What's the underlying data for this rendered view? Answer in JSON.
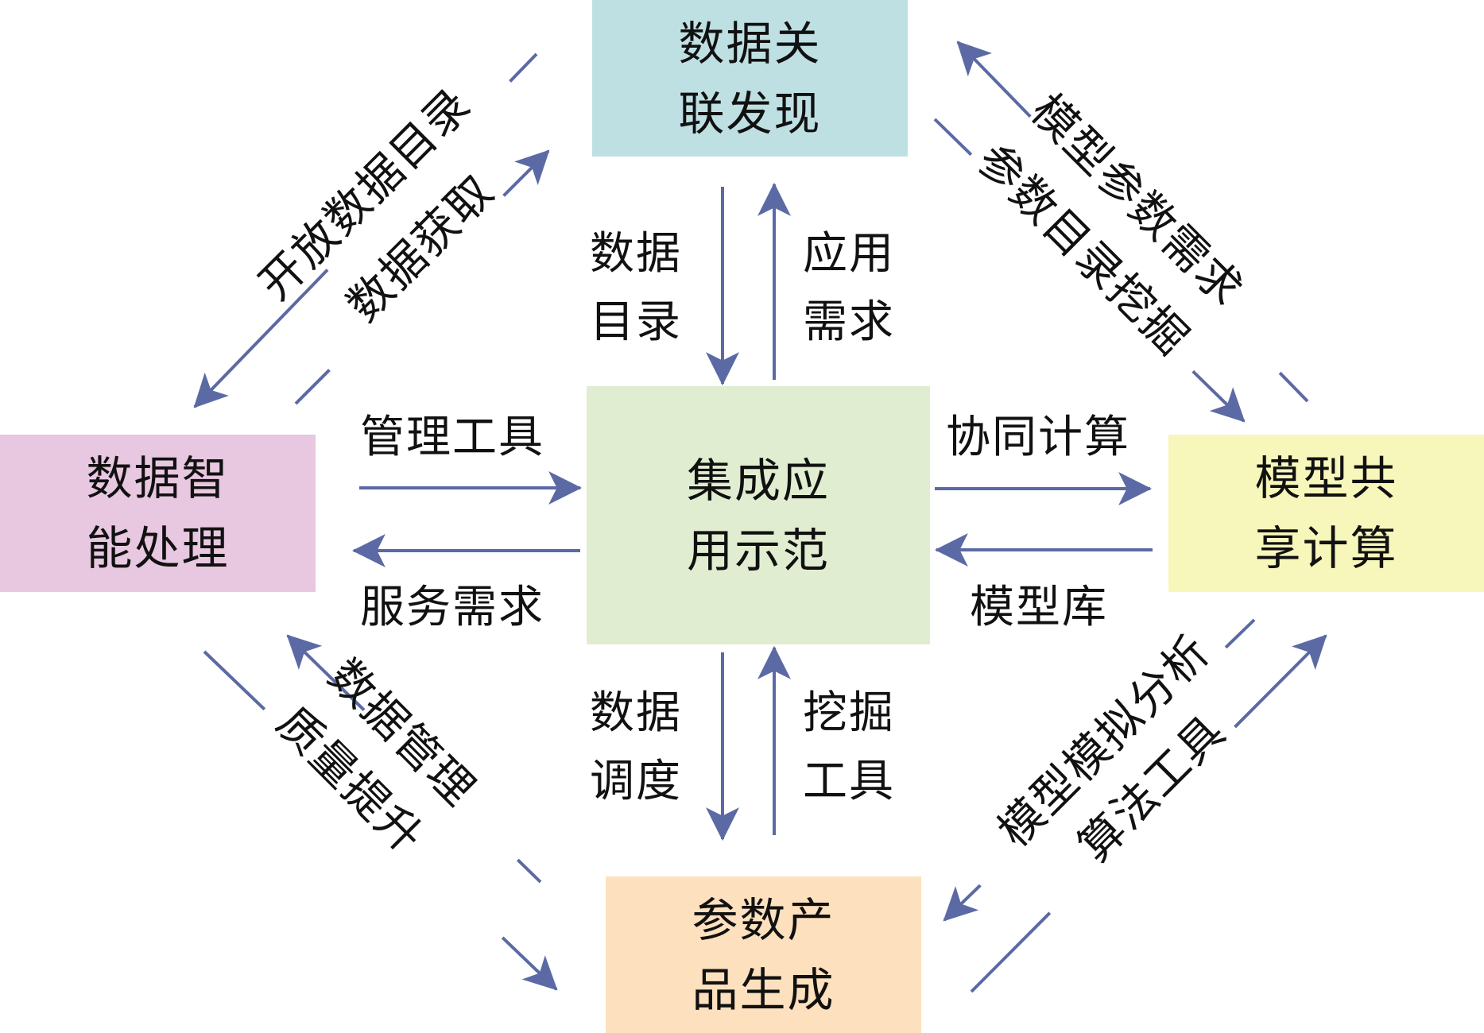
{
  "colors": {
    "arrow": "#5b6aa4",
    "top_box": "#bfe0e3",
    "left_box": "#e8c7e0",
    "center_box": "#e0edd0",
    "right_box": "#f7f6bb",
    "bottom_box": "#fde0bd"
  },
  "nodes": {
    "top": [
      "数据关",
      "联发现"
    ],
    "left": [
      "数据智",
      "能处理"
    ],
    "center": [
      "集成应",
      "用示范"
    ],
    "right": [
      "模型共",
      "享计算"
    ],
    "bottom": [
      "参数产",
      "品生成"
    ]
  },
  "edges": {
    "top_to_center": [
      "数据",
      "目录"
    ],
    "center_to_top": [
      "应用",
      "需求"
    ],
    "left_to_center": "管理工具",
    "center_to_left": "服务需求",
    "center_to_right": "协同计算",
    "right_to_center": "模型库",
    "center_to_bottom": [
      "数据",
      "调度"
    ],
    "bottom_to_center": [
      "挖掘",
      "工具"
    ],
    "top_left_outer": "开放数据目录",
    "top_left_inner": "数据获取",
    "top_right_outer": "模型参数需求",
    "top_right_inner": "参数目录挖掘",
    "bottom_left_outer": "数据管理",
    "bottom_left_inner": "质量提升",
    "bottom_right_outer": "模型模拟分析",
    "bottom_right_inner": "算法工具"
  }
}
